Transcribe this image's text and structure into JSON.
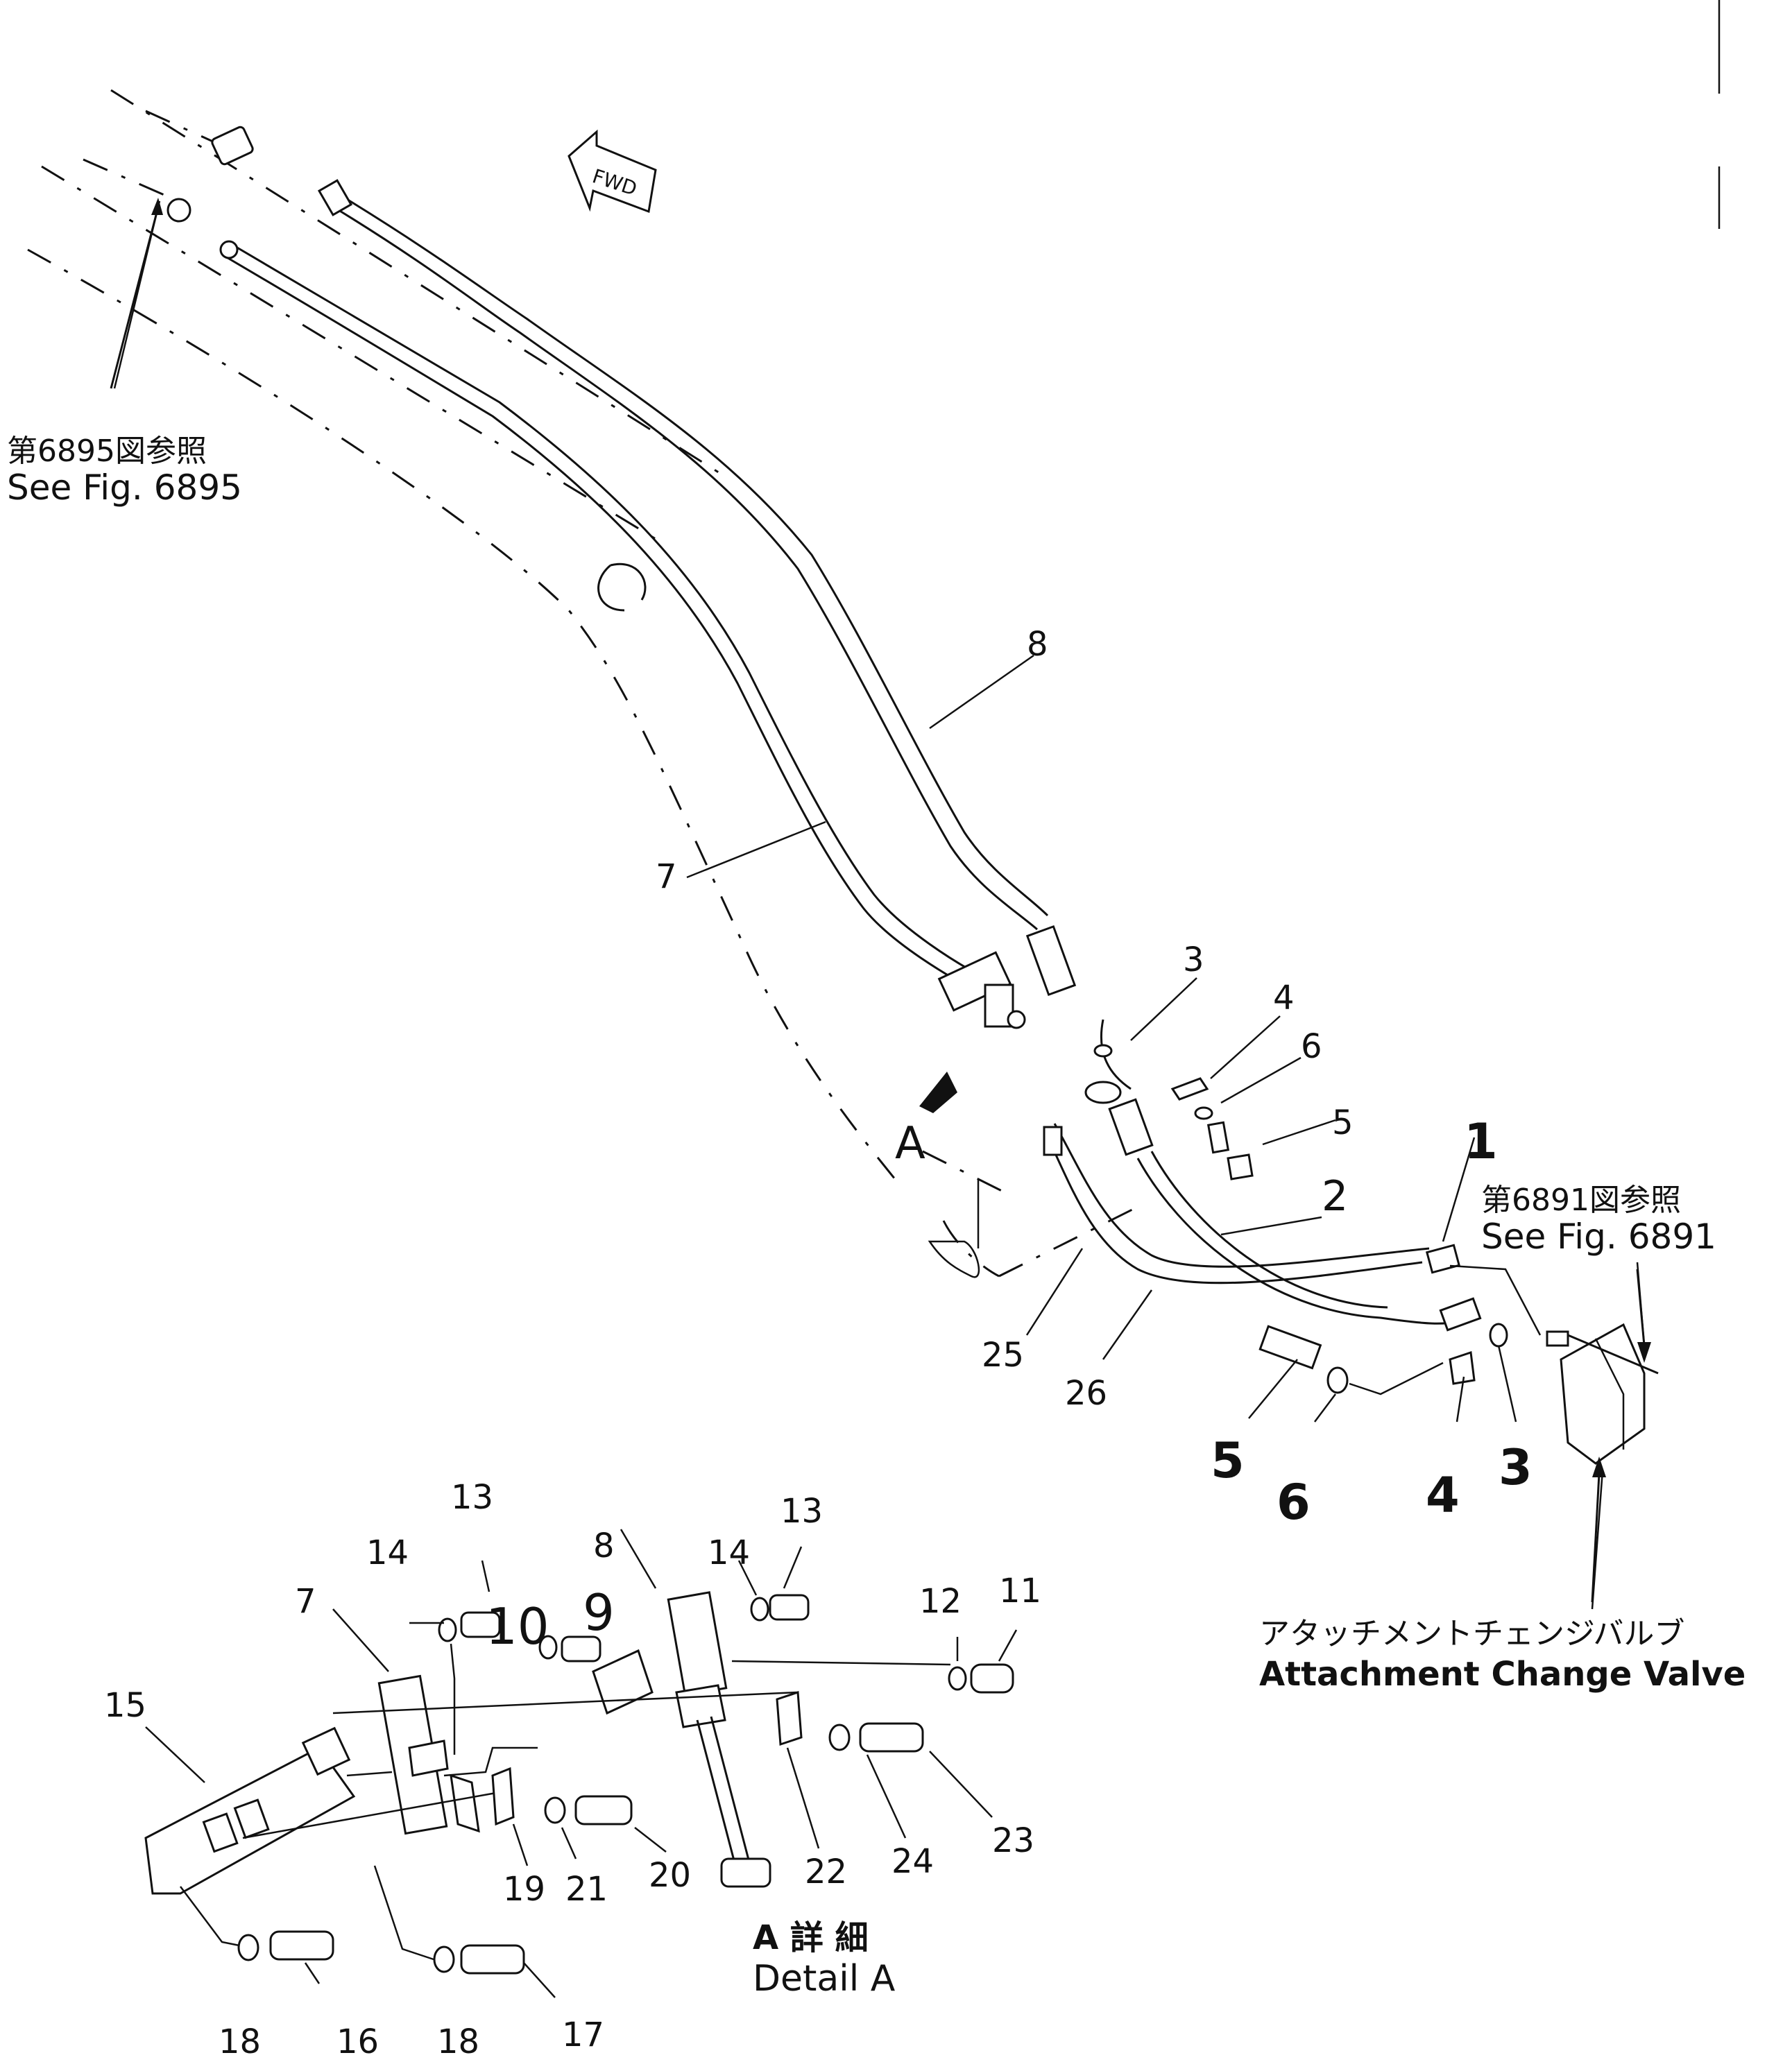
{
  "refs": {
    "top_left": {
      "jp": "第6895図参照",
      "en": "See  Fig.  6895"
    },
    "right": {
      "jp": "第6891図参照",
      "en": "See  Fig.  6891"
    },
    "valve": {
      "jp": "アタッチメントチェンジバルブ",
      "en": "Attachment  Change  Valve"
    },
    "detail": {
      "jp": "A 詳 細",
      "en": "Detail  A"
    },
    "fwd": "FWD",
    "a_marker": "A"
  },
  "callouts": {
    "main": [
      "8",
      "7",
      "3",
      "4",
      "6",
      "5",
      "1",
      "2",
      "25",
      "26"
    ],
    "lower_right": [
      "5",
      "6",
      "4",
      "3"
    ],
    "detail": [
      "13",
      "14",
      "10",
      "9",
      "8",
      "14",
      "13",
      "12",
      "11",
      "7",
      "15",
      "19",
      "21",
      "20",
      "22",
      "24",
      "23",
      "18",
      "16",
      "18",
      "17"
    ]
  },
  "colors": {
    "ink": "#111111",
    "paper": "#ffffff"
  }
}
